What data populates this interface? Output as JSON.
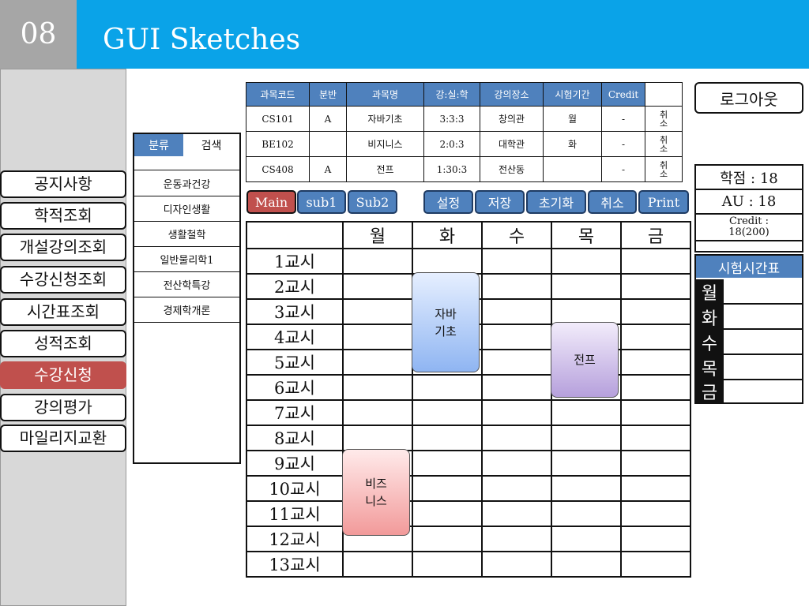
{
  "header": {
    "number": "08",
    "title": "GUI Sketches"
  },
  "sidebar": {
    "items": [
      {
        "label": "공지사항"
      },
      {
        "label": "학적조회"
      },
      {
        "label": "개설강의조회"
      },
      {
        "label": "수강신청조회"
      },
      {
        "label": "시간표조회"
      },
      {
        "label": "성적조회"
      },
      {
        "label": "수강신청",
        "active": true
      },
      {
        "label": "강의평가"
      },
      {
        "label": "마일리지교환"
      }
    ]
  },
  "category": {
    "tab_label": "분류",
    "search_label": "검색",
    "items": [
      "운동과건강",
      "디자인생활",
      "생활철학",
      "일반물리학1",
      "전산학특강",
      "경제학개론"
    ]
  },
  "course_table": {
    "headers": [
      "과목코드",
      "분반",
      "과목명",
      "강:실:학",
      "강의장소",
      "시험기간",
      "Credit"
    ],
    "rows": [
      {
        "code": "CS101",
        "section": "A",
        "name": "자바기초",
        "hours": "3:3:3",
        "place": "창의관",
        "exam": "월",
        "credit": "-",
        "cancel": "취소"
      },
      {
        "code": "BE102",
        "section": "",
        "name": "비지니스",
        "hours": "2:0:3",
        "place": "대학관",
        "exam": "화",
        "credit": "-",
        "cancel": "취소"
      },
      {
        "code": "CS408",
        "section": "A",
        "name": "전프",
        "hours": "1:30:3",
        "place": "전산동",
        "exam": "",
        "credit": "-",
        "cancel": "취소"
      }
    ]
  },
  "toolbar": {
    "main": "Main",
    "sub1": "sub1",
    "sub2": "Sub2",
    "settings": "설정",
    "save": "저장",
    "reset": "초기화",
    "cancel": "취소",
    "print": "Print"
  },
  "timetable": {
    "days": [
      "월",
      "화",
      "수",
      "목",
      "금"
    ],
    "periods": [
      "1교시",
      "2교시",
      "3교시",
      "4교시",
      "5교시",
      "6교시",
      "7교시",
      "8교시",
      "9교시",
      "10교시",
      "11교시",
      "12교시",
      "13교시"
    ],
    "blocks": [
      {
        "label": "자바\n기초",
        "day": "화",
        "start": "2교시",
        "end": "5교시"
      },
      {
        "label": "전프",
        "day": "목",
        "start": "4교시",
        "end": "6교시"
      },
      {
        "label": "비즈\n니스",
        "day": "월",
        "start": "9교시",
        "end": "11교시"
      }
    ]
  },
  "right_panel": {
    "logout_label": "로그아웃",
    "credits": "학점 : 18",
    "au": "AU : 18",
    "credit_total": "Credit : 18(200)",
    "exam_title": "시험시간표",
    "exam_days": [
      "월",
      "화",
      "수",
      "목",
      "금"
    ]
  },
  "colors": {
    "header_blue": "#0aa3e8",
    "accent_blue": "#4f81bd",
    "active_red": "#c0504d"
  }
}
